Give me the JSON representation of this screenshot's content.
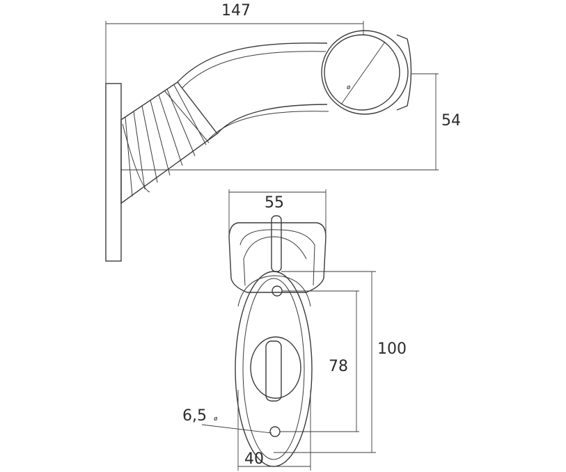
{
  "dimensions": {
    "overall_length": "147",
    "head_height": "54",
    "head_width": "55",
    "overall_height": "100",
    "hole_spacing": "78",
    "hole_diameter": "6,5",
    "base_width": "40"
  },
  "diameter_symbol": "ø",
  "colors": {
    "line": "#3a3a3a",
    "text": "#2a2a2a",
    "background": "#ffffff"
  }
}
